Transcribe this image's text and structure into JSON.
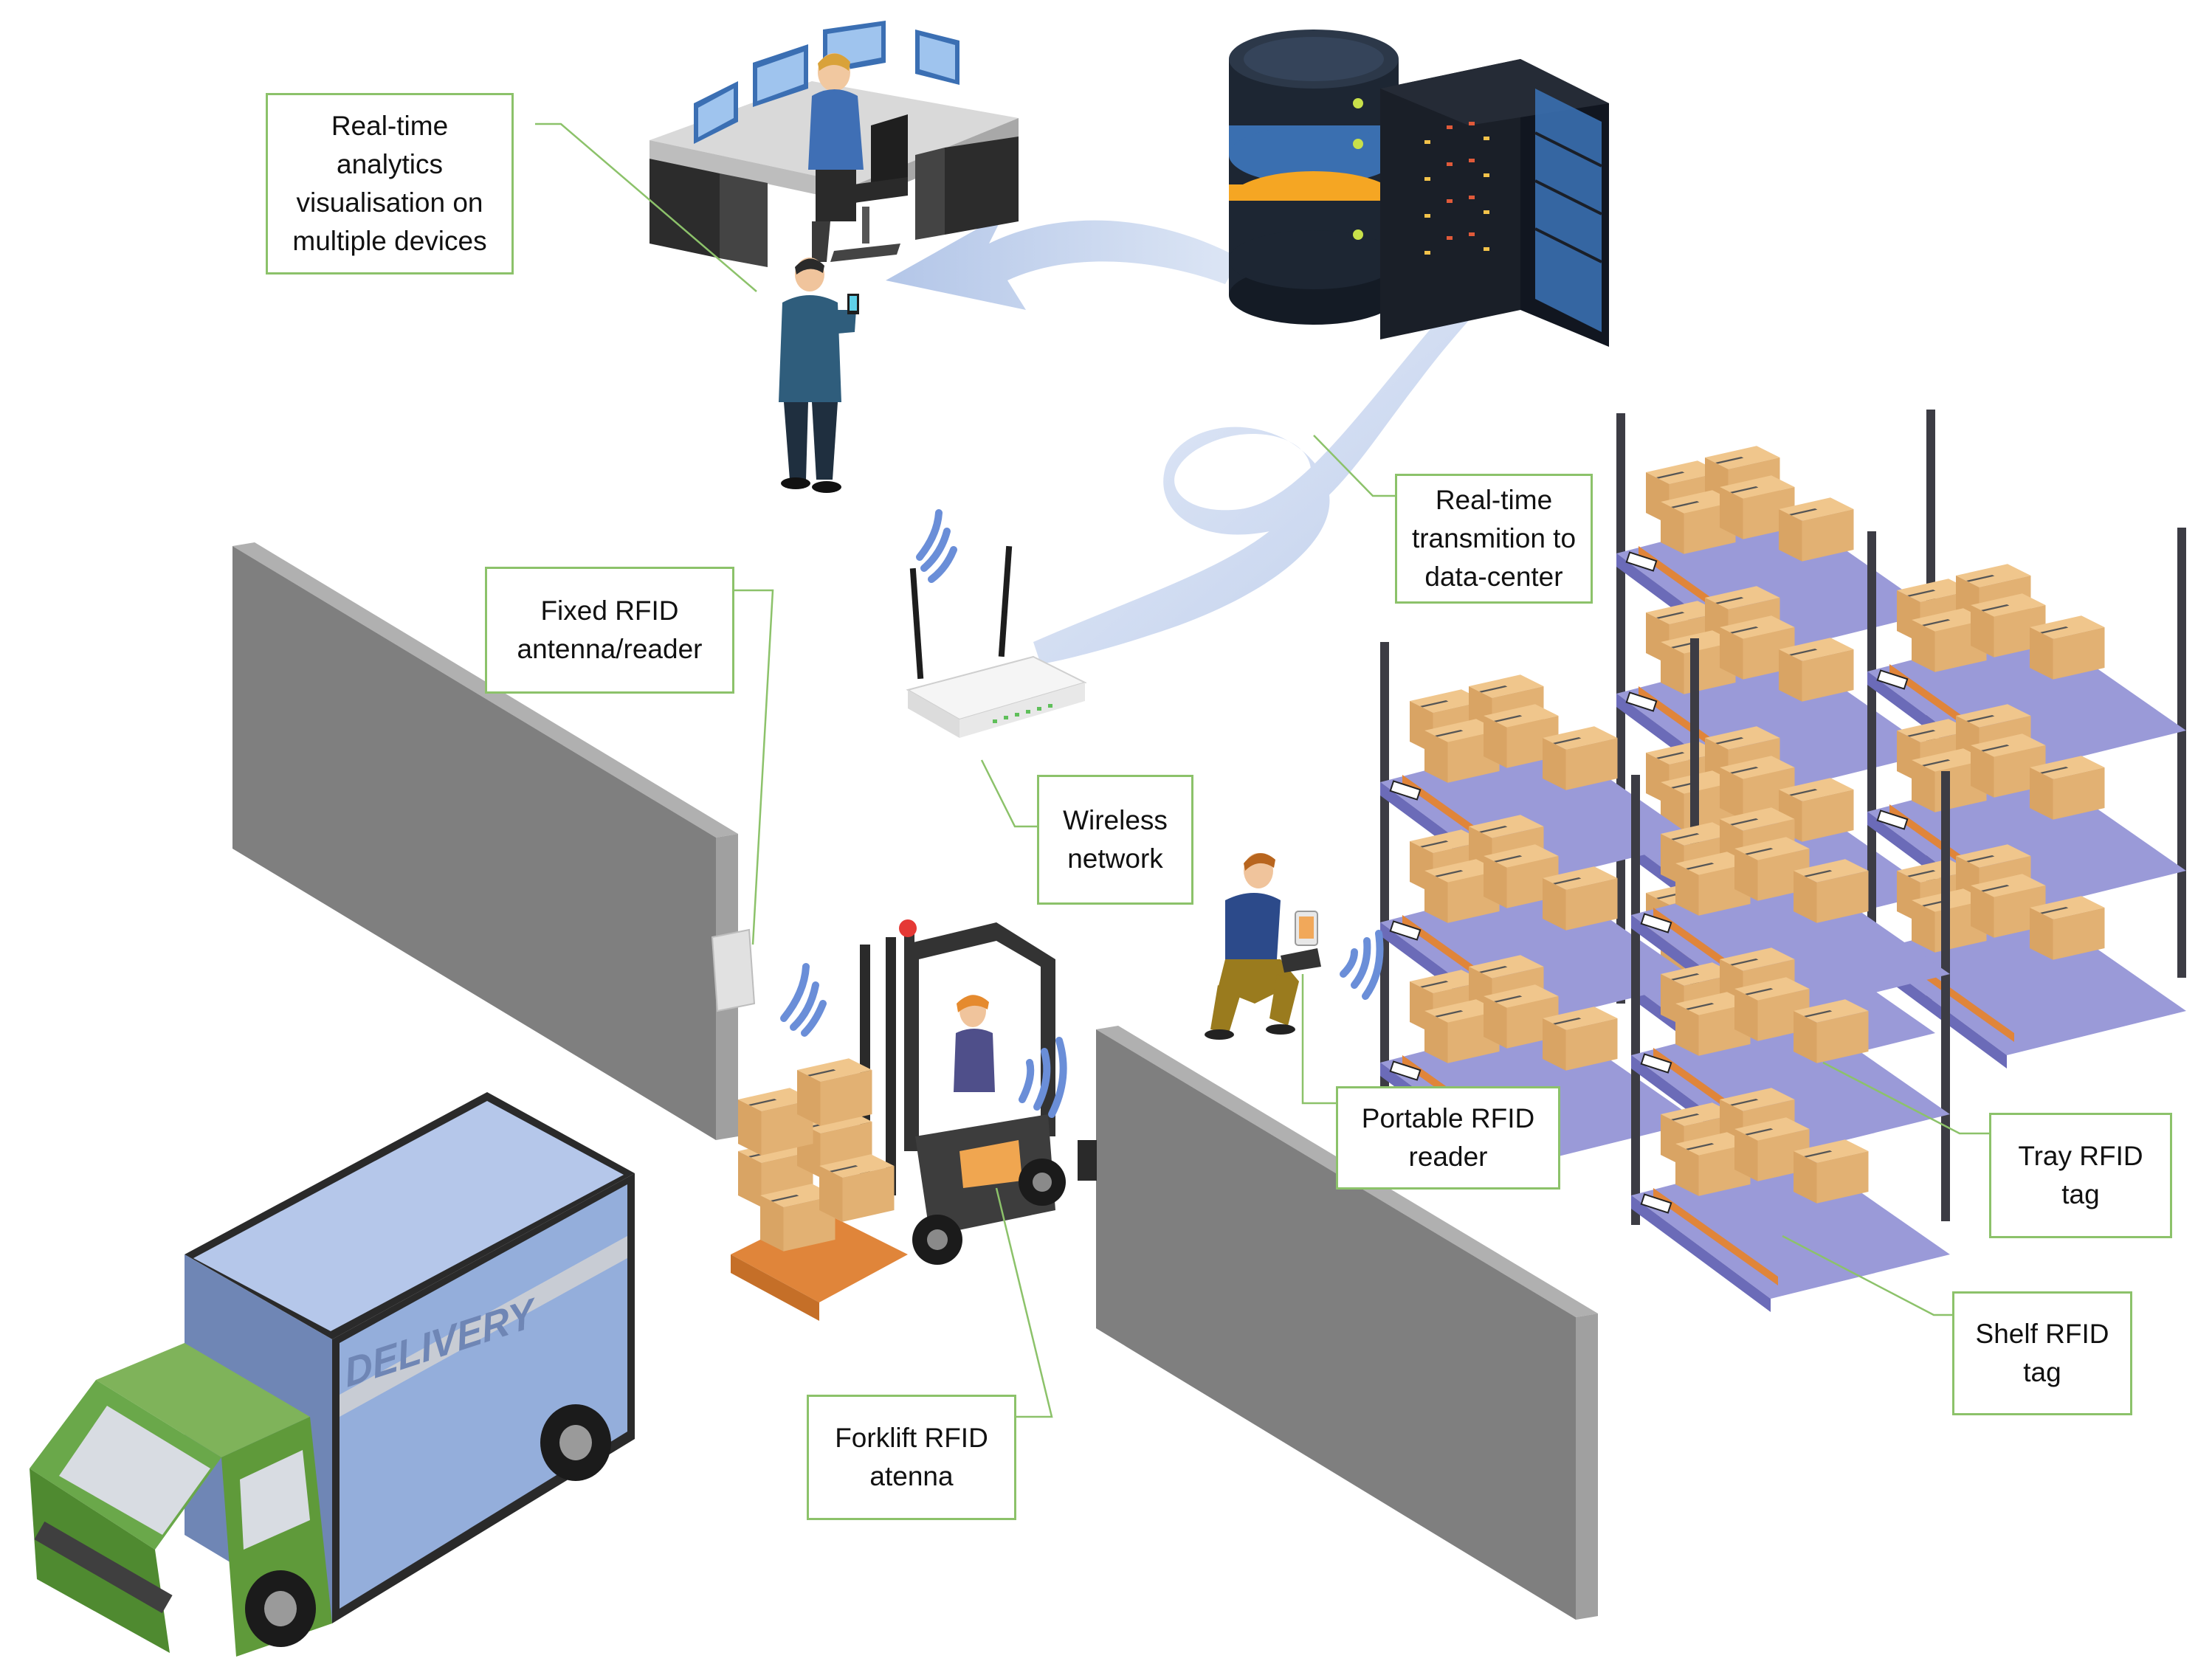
{
  "colors": {
    "callout_border": "#8cc26a",
    "leader_line": "#8cc26a",
    "wall": "#8a8a8a",
    "truck_cab": "#5f9a3a",
    "truck_box": "#94aedb",
    "box_cardboard": "#e2b173",
    "rack_frame": "#3c3c44",
    "shelf_deck": "#9a9ad8",
    "pallet": "#e0853a",
    "data_stream": "#c2d2ef",
    "server_gold": "#f5a623",
    "server_blue": "#3a6fb0"
  },
  "icons": [
    "control-desk-icon",
    "operator-icon",
    "mobile-user-icon",
    "database-icon",
    "server-rack-icon",
    "data-stream-icon",
    "wifi-router-icon",
    "rfid-gate-wall-icon",
    "delivery-truck-icon",
    "forklift-icon",
    "storage-rack-icon",
    "worker-with-reader-icon",
    "wifi-signal-icon"
  ],
  "truck_text": "DELIVERY",
  "callouts": {
    "analytics": {
      "lines": [
        "Real-time",
        "analytics",
        "visualisation on",
        "multiple devices"
      ]
    },
    "transmission": {
      "lines": [
        "Real-time",
        "transmition to",
        "data-center"
      ]
    },
    "fixed_reader": {
      "lines": [
        "Fixed RFID",
        "antenna/reader"
      ]
    },
    "wireless": {
      "lines": [
        "Wireless",
        "network"
      ]
    },
    "portable_reader": {
      "lines": [
        "Portable RFID",
        "reader"
      ]
    },
    "tray_tag": {
      "lines": [
        "Tray RFID",
        "tag"
      ]
    },
    "shelf_tag": {
      "lines": [
        "Shelf RFID",
        "tag"
      ]
    },
    "forklift_antenna": {
      "lines": [
        "Forklift RFID",
        "atenna"
      ]
    }
  }
}
